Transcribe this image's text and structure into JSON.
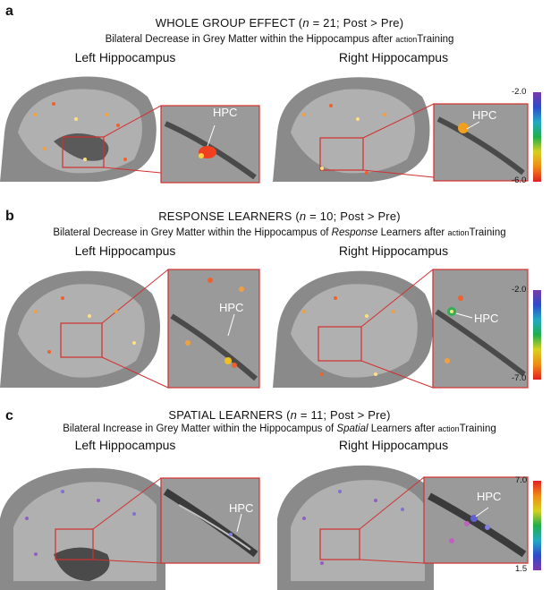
{
  "panels": [
    {
      "letter": "a",
      "title_pre": "WHOLE GROUP EFFECT (",
      "title_n": "n",
      "title_post": " = 21; Post > Pre)",
      "sub_pre": "Bilateral Decrease in Grey Matter within the Hippocampus after ",
      "sub_small": "action",
      "sub_post": "Training",
      "left_label": "Left Hippocampus",
      "right_label": "Right Hippocampus",
      "hpc_left": "HPC",
      "hpc_right": "HPC",
      "cbar_top": "-2.0",
      "cbar_bottom": "-6.0"
    },
    {
      "letter": "b",
      "title_pre": "RESPONSE LEARNERS (",
      "title_n": "n",
      "title_post": " = 10; Post > Pre)",
      "sub_pre": "Bilateral Decrease in Grey Matter within the Hippocampus of ",
      "sub_italic": "Response",
      "sub_mid": " Learners after ",
      "sub_small": "action",
      "sub_post": "Training",
      "left_label": "Left Hippocampus",
      "right_label": "Right Hippocampus",
      "hpc_left": "HPC",
      "hpc_right": "HPC",
      "cbar_top": "-2.0",
      "cbar_bottom": "-7.0"
    },
    {
      "letter": "c",
      "title_pre": "SPATIAL LEARNERS (",
      "title_n": "n",
      "title_post": " = 11; Post > Pre)",
      "sub_pre": "Bilateral Increase in Grey Matter within the Hippocampus of ",
      "sub_italic": "Spatial",
      "sub_mid": " Learners after ",
      "sub_small": "action",
      "sub_post": "Training",
      "left_label": "Left Hippocampus",
      "right_label": "Right Hippocampus",
      "hpc_left": "HPC",
      "hpc_right": "HPC",
      "cbar_top": "7.0",
      "cbar_bottom": "1.5"
    }
  ]
}
